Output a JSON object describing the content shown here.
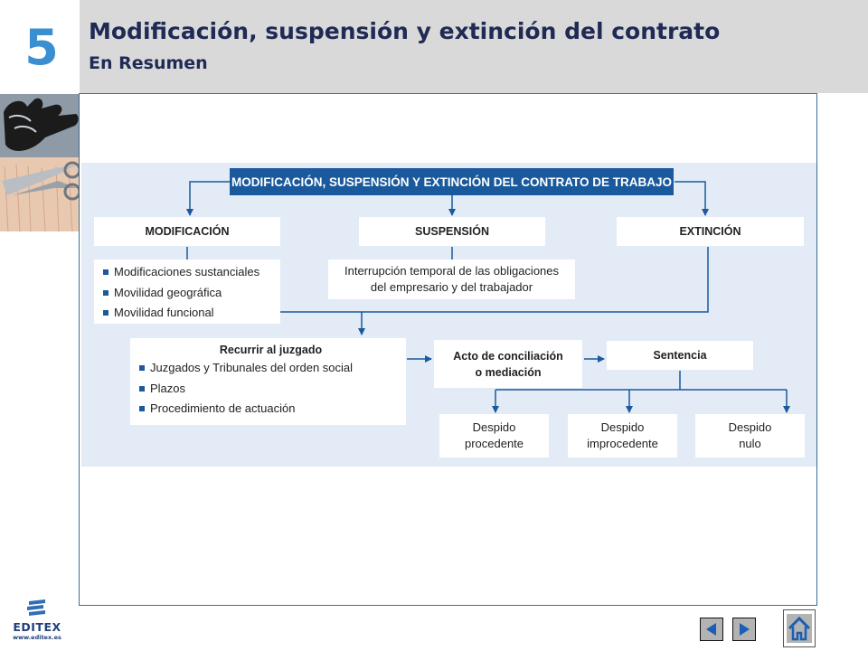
{
  "header": {
    "chapter_number": "5",
    "title": "Modificación, suspensión y extinción del contrato",
    "subtitle": "En Resumen"
  },
  "diagram": {
    "main": "MODIFICACIÓN, SUSPENSIÓN Y EXTINCIÓN DEL CONTRATO DE TRABAJO",
    "modificacion": {
      "title": "MODIFICACIÓN",
      "items": [
        "Modificaciones sustanciales",
        "Movilidad geográfica",
        "Movilidad funcional"
      ]
    },
    "suspension": {
      "title": "SUSPENSIÓN",
      "line1": "Interrupción temporal de las obligaciones",
      "line2": "del empresario y del trabajador"
    },
    "extincion": {
      "title": "EXTINCIÓN"
    },
    "juzgado": {
      "title": "Recurrir al juzgado",
      "items": [
        "Juzgados y Tribunales del orden social",
        "Plazos",
        "Procedimiento de actuación"
      ]
    },
    "conciliacion": {
      "line1": "Acto de conciliación",
      "line2": "o mediación"
    },
    "sentencia": "Sentencia",
    "outcomes": [
      {
        "line1": "Despido",
        "line2": "procedente"
      },
      {
        "line1": "Despido",
        "line2": "improcedente"
      },
      {
        "line1": "Despido",
        "line2": "nulo"
      }
    ]
  },
  "footer": {
    "logo_text": "EDITEX",
    "logo_url": "www.editex.es"
  },
  "colors": {
    "accent": "#1a5a9c",
    "chapter": "#3a8fd0",
    "title": "#1f2a55",
    "header_bg": "#d9d9d9",
    "diagram_bg": "#e3ebf6"
  },
  "icons": {
    "prev": "triangle-left-icon",
    "next": "triangle-right-icon",
    "home": "house-icon"
  }
}
